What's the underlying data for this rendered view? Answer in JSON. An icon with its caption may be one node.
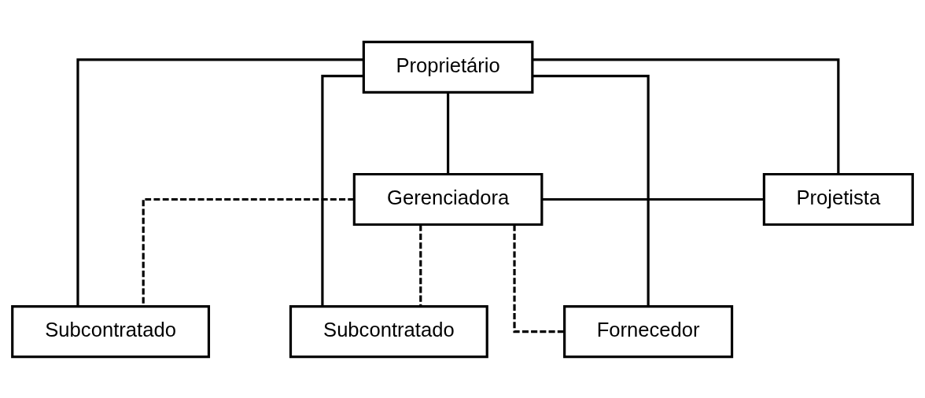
{
  "diagram": {
    "nodes": [
      {
        "text": [
          "Proprietário"
        ]
      },
      {
        "text": [
          "Gerenciadora"
        ]
      },
      {
        "text": [
          "Projetista"
        ]
      },
      {
        "text": [
          "Subcontratado"
        ]
      },
      {
        "text": [
          "Subcontratado"
        ]
      },
      {
        "text": [
          "Fornecedor"
        ]
      }
    ],
    "edges": [
      {
        "from": 0,
        "to": 1,
        "arrow": "none"
      },
      {
        "from": 0,
        "to": 2,
        "arrow": "none"
      },
      {
        "from": 1,
        "to": 2,
        "arrow": "none"
      },
      {
        "from": 0,
        "to": 3,
        "arrow": "none"
      },
      {
        "from": 0,
        "to": 4,
        "arrow": "none"
      },
      {
        "from": 0,
        "to": 5,
        "arrow": "none"
      },
      {
        "from": 1,
        "to": 3,
        "arrow": "none",
        "style": "dashed"
      },
      {
        "from": 1,
        "to": 4,
        "arrow": "none",
        "style": "dashed"
      },
      {
        "from": 1,
        "to": 5,
        "arrow": "none",
        "style": "dashed"
      }
    ]
  }
}
